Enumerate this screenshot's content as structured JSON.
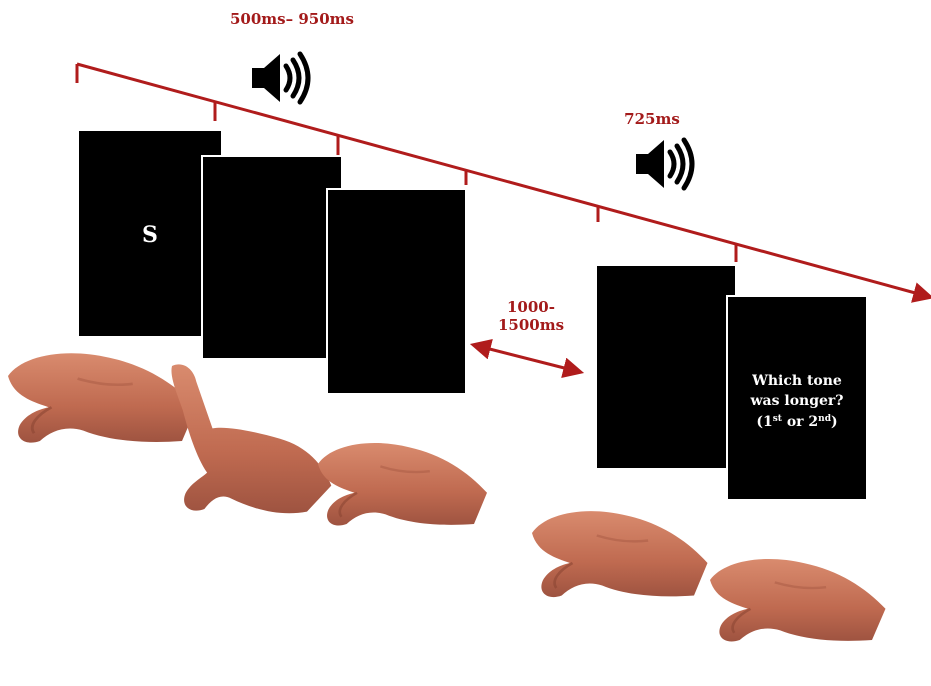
{
  "labels": {
    "tone1_duration": "500ms– 950ms",
    "tone2_duration": "725ms",
    "isi_line1": "1000-",
    "isi_line2": "1500ms"
  },
  "screens": {
    "letter": "S",
    "question_line1": "Which tone",
    "question_line2": "was longer?",
    "question_open": "(1",
    "question_st": "st",
    "question_or": " or 2",
    "question_nd": "nd",
    "question_close": ")"
  },
  "icons": {
    "tone": "speaker-icon",
    "hand": "hand-icon"
  },
  "colors": {
    "timeline": "#b01c1c",
    "label": "#a31a1a",
    "screen": "#000000",
    "skin": "#c8735a"
  }
}
